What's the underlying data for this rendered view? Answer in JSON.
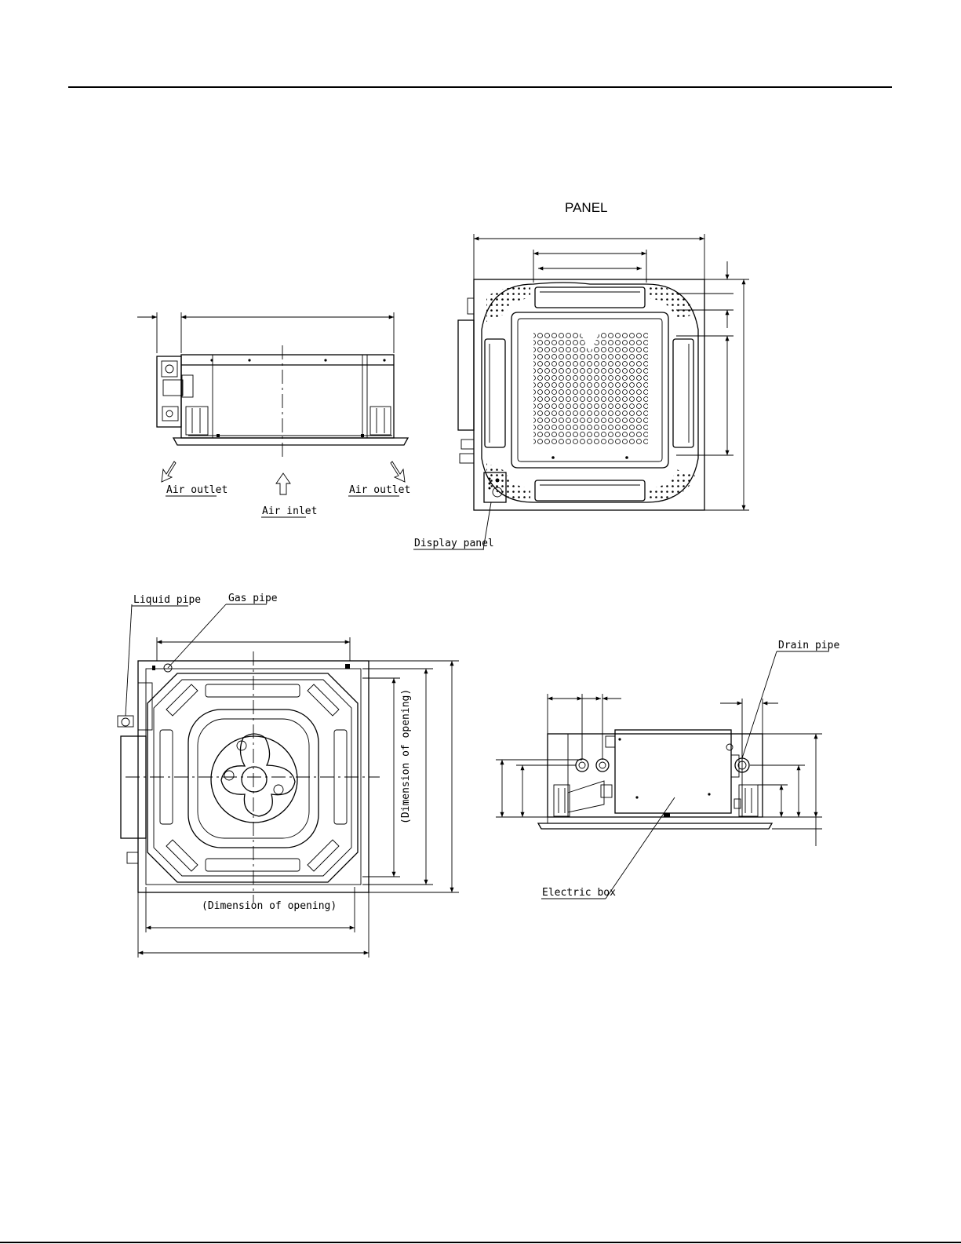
{
  "drawing": {
    "panel_title": "PANEL",
    "labels": {
      "air_outlet_left": "Air outlet",
      "air_outlet_right": "Air outlet",
      "air_inlet": "Air inlet",
      "display_panel": "Display panel",
      "liquid_pipe": "Liquid pipe",
      "gas_pipe": "Gas pipe",
      "dimension_of_opening_h": "(Dimension of opening)",
      "dimension_of_opening_v": "(Dimension of opening)",
      "drain_pipe": "Drain pipe",
      "electric_box": "Electric box"
    }
  }
}
